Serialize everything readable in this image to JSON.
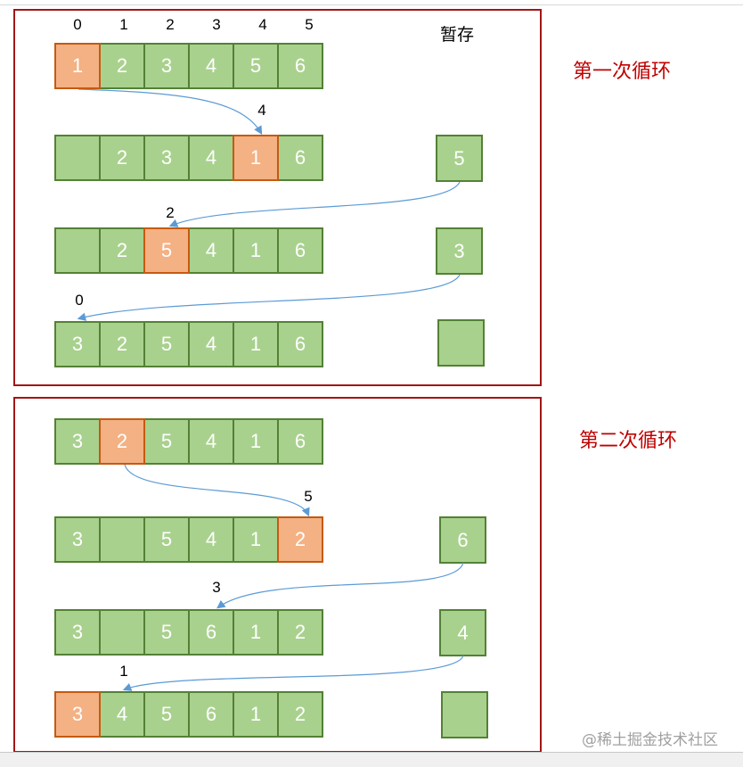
{
  "index_labels": [
    "0",
    "1",
    "2",
    "3",
    "4",
    "5"
  ],
  "temp_header": "暂存",
  "panels": [
    {
      "title": "第一次循环",
      "rows": [
        {
          "cells": [
            "1",
            "2",
            "3",
            "4",
            "5",
            "6"
          ],
          "highlight": 0,
          "temp": null,
          "show_temp": false
        },
        {
          "cells": [
            "",
            "2",
            "3",
            "4",
            "1",
            "6"
          ],
          "highlight": 4,
          "temp": "5",
          "show_temp": true
        },
        {
          "cells": [
            "",
            "2",
            "5",
            "4",
            "1",
            "6"
          ],
          "highlight": 2,
          "temp": "3",
          "show_temp": true
        },
        {
          "cells": [
            "3",
            "2",
            "5",
            "4",
            "1",
            "6"
          ],
          "highlight": -1,
          "temp": "",
          "show_temp": true
        }
      ],
      "arrow_labels": [
        "4",
        "2",
        "0"
      ]
    },
    {
      "title": "第二次循环",
      "rows": [
        {
          "cells": [
            "3",
            "2",
            "5",
            "4",
            "1",
            "6"
          ],
          "highlight": 1,
          "temp": null,
          "show_temp": false
        },
        {
          "cells": [
            "3",
            "",
            "5",
            "4",
            "1",
            "2"
          ],
          "highlight": 5,
          "temp": "6",
          "show_temp": true
        },
        {
          "cells": [
            "3",
            "",
            "5",
            "6",
            "1",
            "2"
          ],
          "highlight": -1,
          "temp": "4",
          "show_temp": true
        },
        {
          "cells": [
            "3",
            "4",
            "5",
            "6",
            "1",
            "2"
          ],
          "highlight": 0,
          "temp": "",
          "show_temp": true
        }
      ],
      "arrow_labels": [
        "5",
        "3",
        "1"
      ]
    }
  ],
  "watermark": "@稀土掘金技术社区",
  "colors": {
    "cell": "#a9d18e",
    "cell_border": "#538135",
    "highlight": "#f4b183",
    "highlight_border": "#c55a11",
    "panel_border": "#a31515",
    "title": "#c00000",
    "arrow": "#5b9bd5"
  }
}
